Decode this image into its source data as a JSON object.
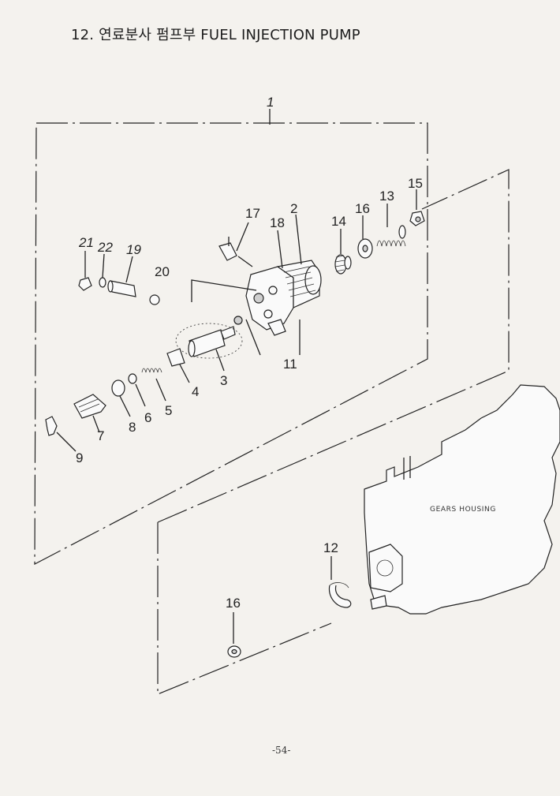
{
  "header": {
    "title": "12. 연료분사 펌프부 FUEL INJECTION PUMP"
  },
  "footer": {
    "page_number": "-54-"
  },
  "diagram": {
    "housing_label": "GEARS HOUSING",
    "labels": {
      "assembly": "1",
      "p2": "2",
      "p3": "3",
      "p4": "4",
      "p5": "5",
      "p6": "6",
      "p7": "7",
      "p8": "8",
      "p9": "9",
      "p11": "11",
      "p12": "12",
      "p13": "13",
      "p14": "14",
      "p15": "15",
      "p16": "16",
      "p16b": "16",
      "p17": "17",
      "p18": "18",
      "p19": "19",
      "p20": "20",
      "p21": "21",
      "p22": "22"
    }
  }
}
